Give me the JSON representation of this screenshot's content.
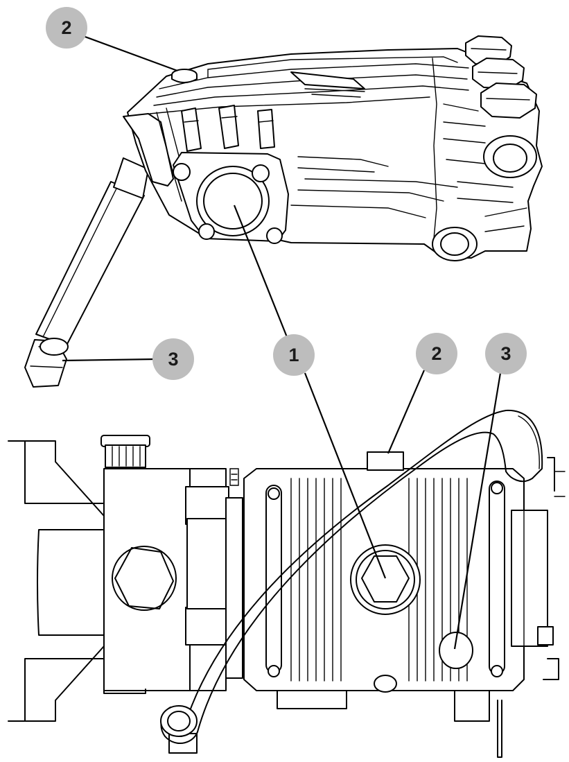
{
  "callouts": [
    {
      "id": "top-2",
      "label": "2"
    },
    {
      "id": "top-3",
      "label": "3"
    },
    {
      "id": "shared-1",
      "label": "1"
    },
    {
      "id": "bottom-2",
      "label": "2"
    },
    {
      "id": "bottom-3",
      "label": "3"
    }
  ],
  "colors": {
    "badge_fill": "#bdbdbd",
    "line": "#000000",
    "background": "#ffffff"
  }
}
